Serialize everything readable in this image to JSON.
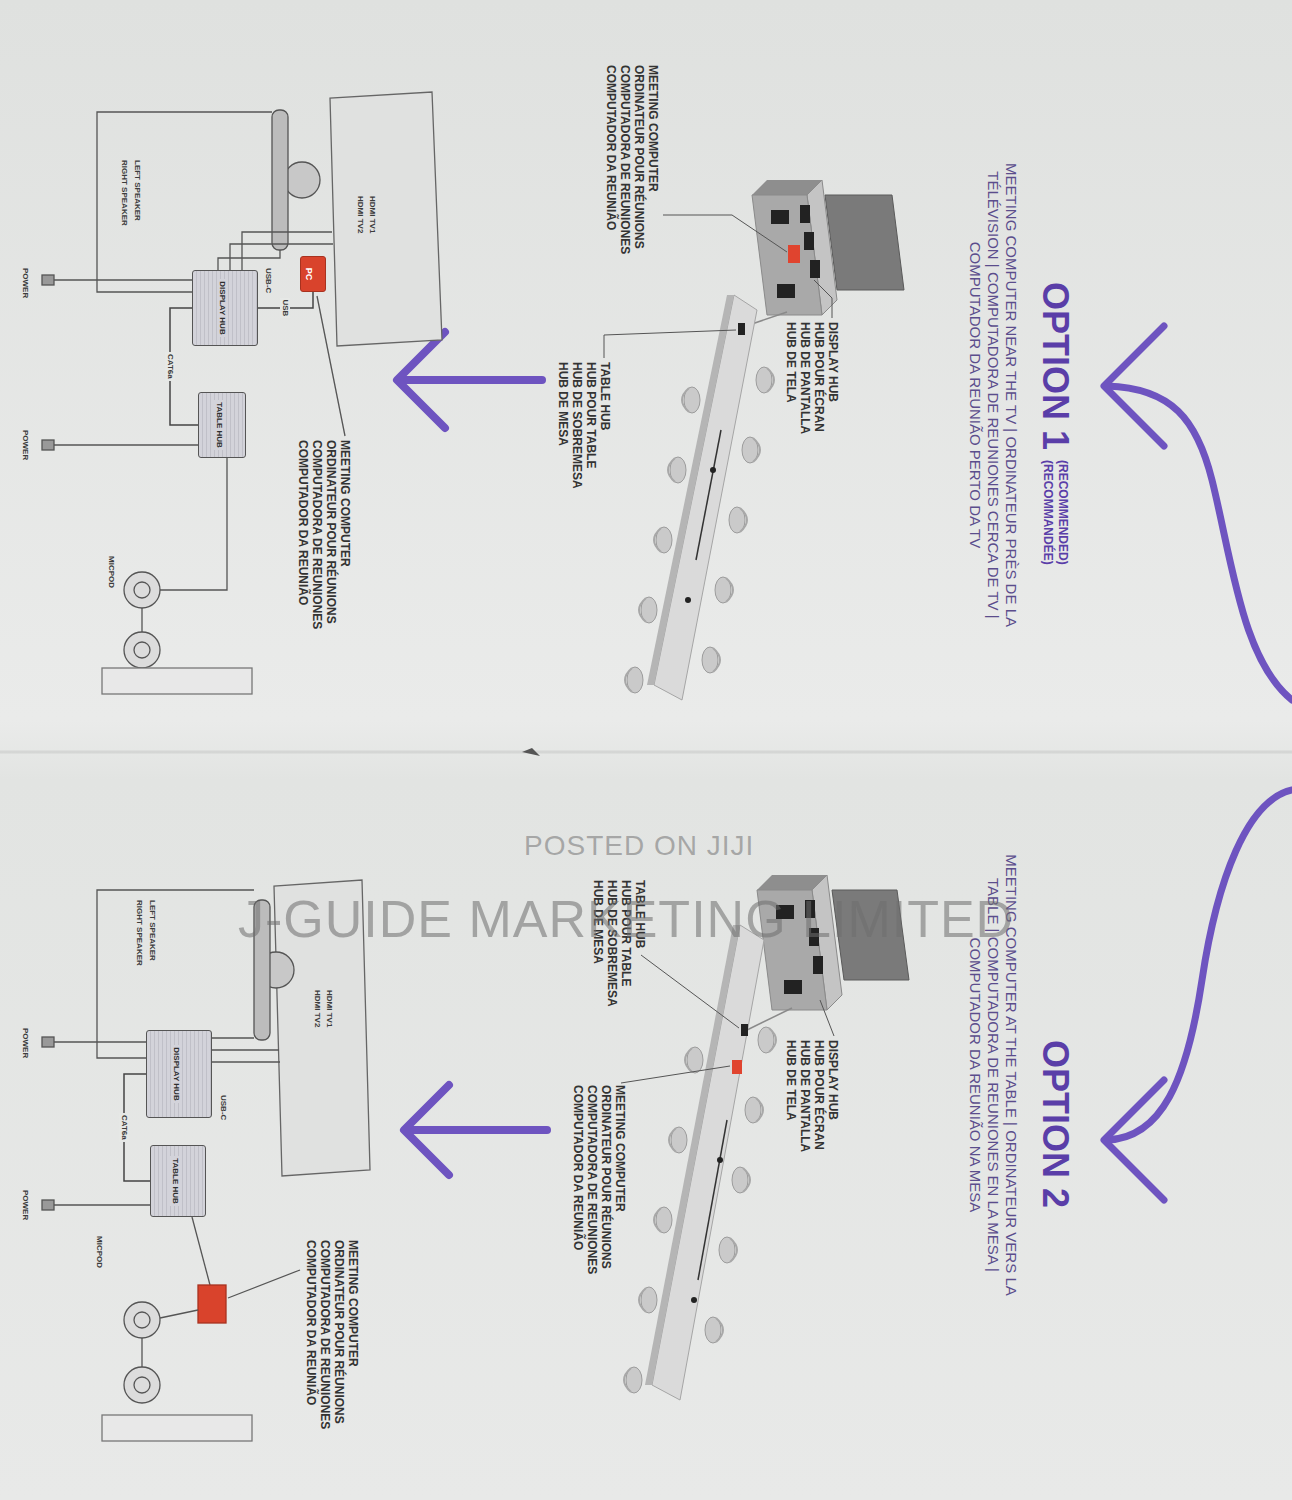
{
  "diagram": {
    "nodes": [
      {
        "text": [
          "PC"
        ]
      },
      {
        "text": [
          "DISPLAY HUB"
        ]
      },
      {
        "text": [
          "TABLE HUB"
        ]
      },
      {
        "text": [
          "DISPLAY HUB"
        ]
      },
      {
        "text": [
          "TABLE HUB"
        ]
      }
    ],
    "edges": [
      {
        "from": 0,
        "to": 1,
        "arrow": "none",
        "label": "USB"
      },
      {
        "from": 1,
        "to": 2,
        "arrow": "none",
        "label": "CAT6a"
      },
      {
        "from": 3,
        "to": 4,
        "arrow": "none",
        "label": "CAT6a"
      }
    ],
    "labels": [
      "OPTION 1",
      "(RECOMMENDED)",
      "(RECOMMANDÉE)",
      "MEETING COMPUTER NEAR THE TV | ORDINATEUR PRÈS DE LA TÉLÉVISION | COMPUTADORA DE REUNIONES CERCA DE TV | COMPUTADOR DA REUNIÃO PERTO DA TV",
      "MEETING COMPUTER",
      "ORDINATEUR POUR RÉUNIONS",
      "COMPUTADORA DE REUNIONES",
      "COMPUTADOR DA REUNIÃO",
      "DISPLAY HUB",
      "HUB POUR ÉCRAN",
      "HUB DE PANTALLA",
      "HUB DE TELA",
      "TABLE HUB",
      "HUB POUR TABLE",
      "HUB DE SOBREMESA",
      "HUB DE MESA",
      "HDMI TV1",
      "HDMI TV2",
      "USB-C",
      "LEFT SPEAKER",
      "RIGHT SPEAKER",
      "POWER",
      "POWER",
      "MICPOD",
      "MEETING COMPUTER",
      "ORDINATEUR POUR RÉUNIONS",
      "COMPUTADORA DE REUNIONES",
      "COMPUTADOR DA REUNIÃO",
      "OPTION 2",
      "MEETING COMPUTER AT THE TABLE | ORDINATEUR VERS LA TABLE | COMPUTADORA DE REUNIONES EN LA MESA | COMPUTADOR DA REUNIÃO NA MESA",
      "DISPLAY HUB",
      "HUB POUR ÉCRAN",
      "HUB DE PANTALLA",
      "HUB DE TELA",
      "TABLE HUB",
      "HUB POUR TABLE",
      "HUB DE SOBREMESA",
      "HUB DE MESA",
      "MEETING COMPUTER",
      "ORDINATEUR POUR RÉUNIONS",
      "COMPUTADORA DE REUNIONES",
      "COMPUTADOR DA REUNIÃO",
      "HDMI TV1",
      "HDMI TV2",
      "USB-C",
      "LEFT SPEAKER",
      "RIGHT SPEAKER",
      "POWER",
      "POWER",
      "MICPOD",
      "MEETING COMPUTER",
      "ORDINATEUR POUR RÉUNIONS",
      "COMPUTADORA DE REUNIONES",
      "COMPUTADOR DA REUNIÃO",
      "POSTED ON JIJI",
      "J-GUIDE MARKETING LIMITED"
    ]
  }
}
